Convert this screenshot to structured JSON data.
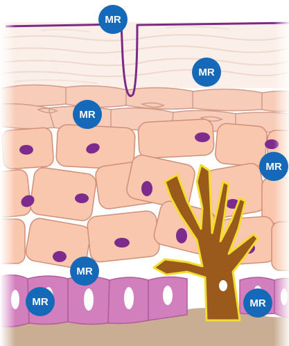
{
  "diagram": {
    "badge_text": "MR",
    "colors": {
      "background": "#ffffff",
      "corneum_top_line": "#7a2a86",
      "corneum_layer": "#fbefe9",
      "corneum_line": "#efd8ce",
      "granular_fill": "#f7ccb9",
      "granular_stroke": "#d29a88",
      "spinous_fill": "#f9c7ad",
      "spinous_stroke": "#d08e76",
      "nucleus": "#7d2b8d",
      "basal_fill": "#d27fbd",
      "basal_stroke": "#b25a9c",
      "basal_nucleus": "#ffffff",
      "dermis": "#c9ae93",
      "melanocyte_fill": "#9a5a1c",
      "melanocyte_stroke": "#f2dc2c",
      "badge_fill": "#1569b8",
      "badge_text_color": "#ffffff",
      "side_glow": "#eef2f8"
    },
    "icons": [
      "mr-badge",
      "melanocyte",
      "keratinocyte",
      "basal-cell",
      "nucleus"
    ]
  }
}
